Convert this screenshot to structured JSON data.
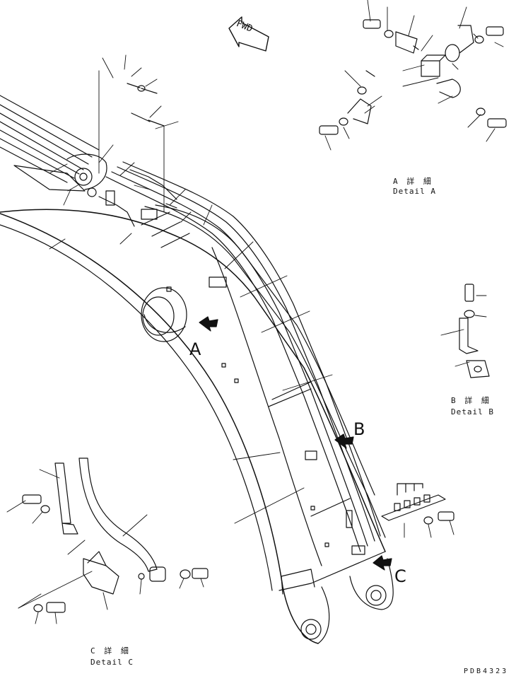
{
  "labels": {
    "fwd": "FWD",
    "view_a": "A",
    "view_b": "B",
    "view_c": "C"
  },
  "details": {
    "a": {
      "jp": "A 詳 細",
      "en": "Detail A"
    },
    "b": {
      "jp": "B 詳 細",
      "en": "Detail B"
    },
    "c": {
      "jp": "C 詳 細",
      "en": "Detail C"
    }
  },
  "drawing_number": "PDB4323"
}
